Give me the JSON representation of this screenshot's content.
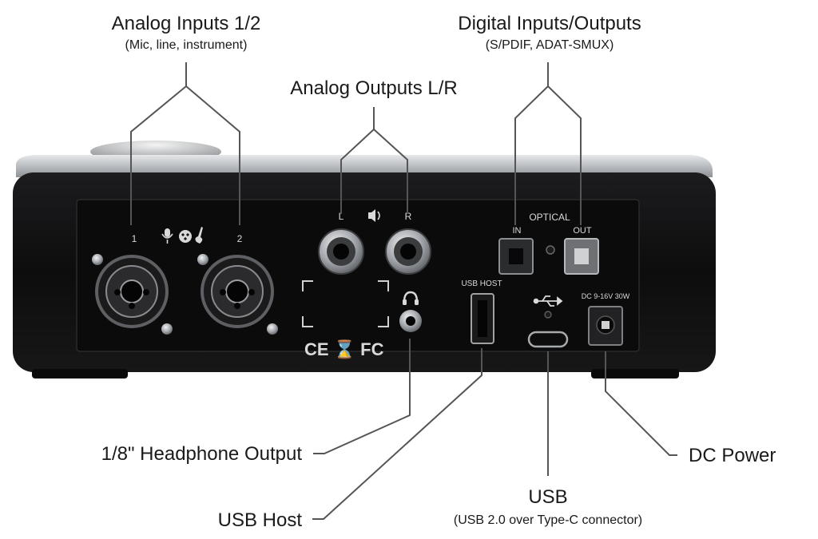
{
  "callouts": {
    "analog_inputs": {
      "title": "Analog Inputs 1/2",
      "subtitle": "(Mic, line, instrument)"
    },
    "analog_outputs": {
      "title": "Analog Outputs L/R"
    },
    "digital_io": {
      "title": "Digital Inputs/Outputs",
      "subtitle": "(S/PDIF, ADAT-SMUX)"
    },
    "headphone": {
      "title": "1/8\" Headphone Output"
    },
    "usb_host": {
      "title": "USB Host"
    },
    "usb": {
      "title": "USB",
      "subtitle": "(USB 2.0 over Type-C connector)"
    },
    "dc_power": {
      "title": "DC Power"
    }
  },
  "panel_labels": {
    "input_1": "1",
    "input_2": "2",
    "output_l": "L",
    "output_r": "R",
    "optical": "OPTICAL",
    "optical_in": "IN",
    "optical_out": "OUT",
    "usb_host": "USB HOST",
    "dc_rating": "DC 9-16V 30W",
    "cert_marks": "CE ⌛ FC"
  },
  "colors": {
    "device_body": "#111111",
    "device_top": "#b9bcc0",
    "text": "#1a1a1a",
    "leader_line": "#555555"
  }
}
